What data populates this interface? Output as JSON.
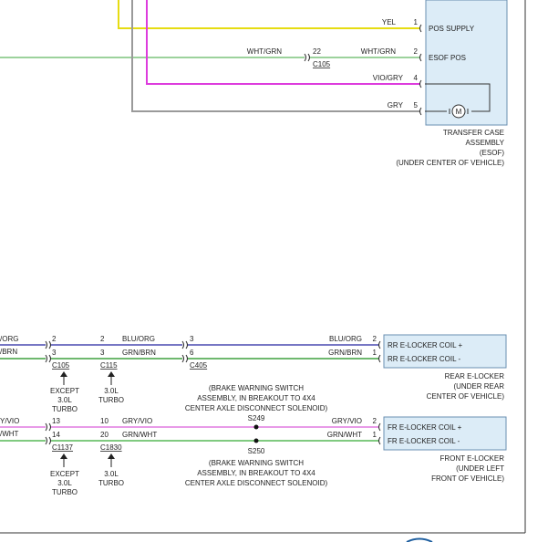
{
  "colors": {
    "yel": "#e6dc12",
    "wht_grn": "#7bc47b",
    "vio_gry": "#dd3cdd",
    "gry": "#9a9a9a",
    "blu_org": "#4a4ab0",
    "grn_brn": "#3ea13e",
    "gry_vio": "#e07ae0",
    "grn_wht": "#57b957",
    "box_fill": "#dcecf7",
    "box_stroke": "#6a8fb0",
    "ink": "#222222"
  },
  "transfer_case": {
    "wires": [
      {
        "color": "YEL",
        "pin": "1",
        "function": "POS SUPPLY"
      },
      {
        "color": "WHT/GRN",
        "pin": "2",
        "function": "ESOF POS"
      },
      {
        "color": "VIO/GRY",
        "pin": "4",
        "function": ""
      },
      {
        "color": "GRY",
        "pin": "5",
        "function": ""
      }
    ],
    "mid_color": "WHT/GRN",
    "mid_pin": "22",
    "mid_connector": "C105",
    "motor_symbol": "M",
    "label": [
      "TRANSFER CASE",
      "ASSEMBLY",
      "(ESOF)",
      "(UNDER CENTER OF VEHICLE)"
    ]
  },
  "rear_elocker": {
    "left_colors": [
      "/ORG",
      "/BRN"
    ],
    "c105_pins": [
      "2",
      "3"
    ],
    "c105_label": "C105",
    "c105_note": [
      "EXCEPT",
      "3.0L",
      "TURBO"
    ],
    "c115_pins": [
      "2",
      "3"
    ],
    "c115_label": "C115",
    "c115_note": [
      "3.0L",
      "TURBO"
    ],
    "mid_colors": [
      "BLU/ORG",
      "GRN/BRN"
    ],
    "c405_pins": [
      "3",
      "6"
    ],
    "c405_label": "C405",
    "right_colors": [
      "BLU/ORG",
      "GRN/BRN"
    ],
    "right_pins": [
      "2",
      "1"
    ],
    "functions": [
      "RR E-LOCKER COIL +",
      "RR E-LOCKER COIL -"
    ],
    "label": [
      "REAR E-LOCKER",
      "(UNDER REAR",
      "CENTER OF VEHICLE)"
    ]
  },
  "front_elocker": {
    "left_colors": [
      "Y/VIO",
      "/WHT"
    ],
    "c1137_pins": [
      "13",
      "14"
    ],
    "c1137_label": "C1137",
    "c1137_note": [
      "EXCEPT",
      "3.0L",
      "TURBO"
    ],
    "c1830_pins": [
      "10",
      "20"
    ],
    "c1830_label": "C1830",
    "c1830_note": [
      "3.0L",
      "TURBO"
    ],
    "mid_colors": [
      "GRY/VIO",
      "GRN/WHT"
    ],
    "splices": [
      "S249",
      "S250"
    ],
    "splice_note": [
      "(BRAKE WARNING SWITCH",
      "ASSEMBLY, IN BREAKOUT TO 4X4",
      "CENTER AXLE DISCONNECT SOLENOID)"
    ],
    "right_colors": [
      "GRY/VIO",
      "GRN/WHT"
    ],
    "right_pins": [
      "2",
      "1"
    ],
    "functions": [
      "FR E-LOCKER COIL +",
      "FR E-LOCKER COIL -"
    ],
    "label": [
      "FRONT E-LOCKER",
      "(UNDER LEFT",
      "FRONT OF VEHICLE)"
    ]
  }
}
